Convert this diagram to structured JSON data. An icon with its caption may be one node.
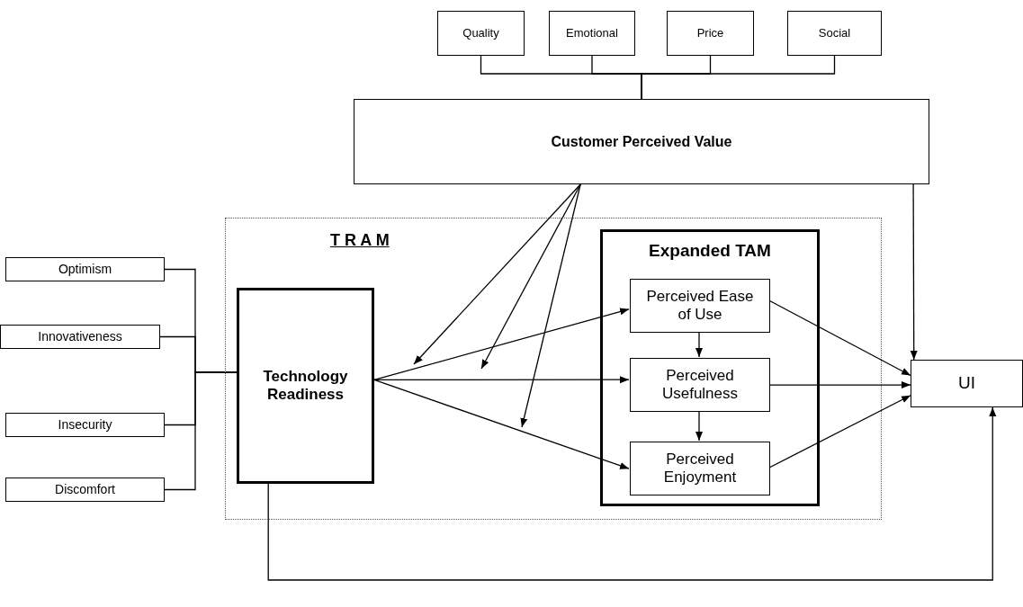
{
  "diagram": {
    "nodes": [
      {
        "text": [
          "Quality"
        ]
      },
      {
        "text": [
          "Emotional"
        ]
      },
      {
        "text": [
          "Price"
        ]
      },
      {
        "text": [
          "Social"
        ]
      },
      {
        "text": [
          "Customer Perceived Value"
        ]
      },
      {
        "text": [
          "T R A M"
        ]
      },
      {
        "text": [
          "Optimism"
        ]
      },
      {
        "text": [
          "Innovativeness"
        ]
      },
      {
        "text": [
          "Insecurity"
        ]
      },
      {
        "text": [
          "Discomfort"
        ]
      },
      {
        "text": [
          "Technology Readiness"
        ],
        "in": 5
      },
      {
        "text": [
          "Expanded TAM"
        ],
        "in": 5
      },
      {
        "text": [
          "Perceived Ease of Use"
        ],
        "in": 11
      },
      {
        "text": [
          "Perceived Usefulness"
        ],
        "in": 11
      },
      {
        "text": [
          "Perceived Enjoyment"
        ],
        "in": 11
      },
      {
        "text": [
          "UI"
        ]
      }
    ],
    "edges": [
      {
        "from": 0,
        "to": 4,
        "arrow": "none"
      },
      {
        "from": 1,
        "to": 4,
        "arrow": "none"
      },
      {
        "from": 2,
        "to": 4,
        "arrow": "none"
      },
      {
        "from": 3,
        "to": 4,
        "arrow": "none"
      },
      {
        "from": 6,
        "to": 10,
        "arrow": "none"
      },
      {
        "from": 7,
        "to": 10,
        "arrow": "none"
      },
      {
        "from": 8,
        "to": 10,
        "arrow": "none"
      },
      {
        "from": 9,
        "to": 10,
        "arrow": "none"
      },
      {
        "from": 10,
        "to": 12,
        "arrow": "to"
      },
      {
        "from": 10,
        "to": 13,
        "arrow": "to"
      },
      {
        "from": 10,
        "to": 14,
        "arrow": "to"
      },
      {
        "from": 4,
        "to": null,
        "arrow": "to"
      },
      {
        "from": 4,
        "to": null,
        "arrow": "to"
      },
      {
        "from": 4,
        "to": null,
        "arrow": "to"
      },
      {
        "from": 12,
        "to": 13,
        "arrow": "to"
      },
      {
        "from": 13,
        "to": 14,
        "arrow": "to"
      },
      {
        "from": 12,
        "to": 15,
        "arrow": "to"
      },
      {
        "from": 13,
        "to": 15,
        "arrow": "to"
      },
      {
        "from": 14,
        "to": 15,
        "arrow": "to"
      },
      {
        "from": 4,
        "to": 15,
        "arrow": "to"
      },
      {
        "from": 10,
        "to": 15,
        "arrow": "to"
      }
    ]
  }
}
